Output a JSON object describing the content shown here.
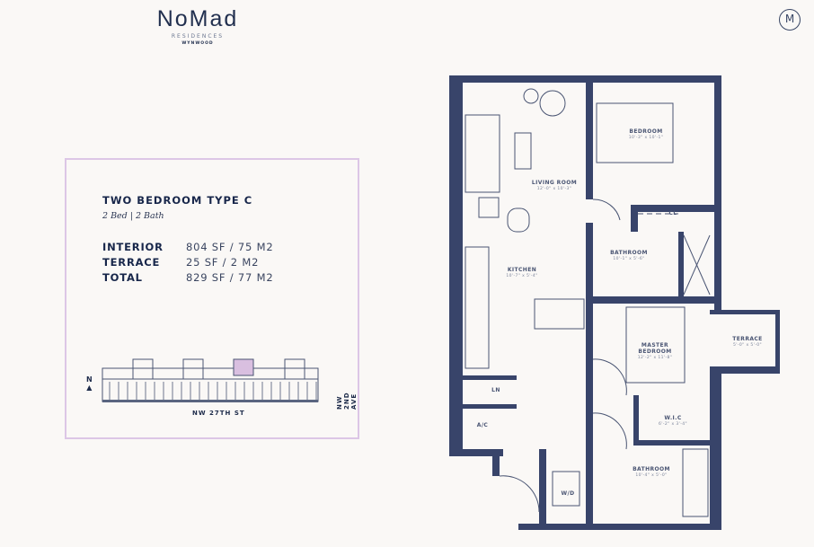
{
  "logo": {
    "brand": "NoMad",
    "sub": "RESIDENCES",
    "location": "WYNWOOD"
  },
  "mark_icon": "circle-monogram-icon",
  "unit": {
    "title": "TWO BEDROOM TYPE C",
    "subtitle": "2 Bed | 2 Bath",
    "areas": [
      {
        "label": "INTERIOR",
        "value": "804 SF / 75 M2"
      },
      {
        "label": "TERRACE",
        "value": "25 SF / 2 M2"
      },
      {
        "label": "TOTAL",
        "value": "829 SF / 77 M2"
      }
    ]
  },
  "keyplan": {
    "north": "N",
    "street": "NW 27TH ST",
    "avenue": "NW 2ND AVE",
    "highlight_color": "#d9bfe0"
  },
  "rooms": [
    {
      "name": "LIVING ROOM",
      "dims": "12'-0\" x 10'-3\""
    },
    {
      "name": "BEDROOM",
      "dims": "10'-3\" x 10'-1\""
    },
    {
      "name": "CL",
      "dims": ""
    },
    {
      "name": "BATHROOM",
      "dims": "10'-1\" x 5'-6\""
    },
    {
      "name": "KITCHEN",
      "dims": "10'-7\" x 5'-4\""
    },
    {
      "name": "MASTER BEDROOM",
      "dims": "12'-2\" x 11'-8\""
    },
    {
      "name": "TERRACE",
      "dims": "5'-0\" x 5'-0\""
    },
    {
      "name": "W.I.C",
      "dims": "6'-2\" x 3'-4\""
    },
    {
      "name": "LN",
      "dims": ""
    },
    {
      "name": "A/C",
      "dims": ""
    },
    {
      "name": "W/D",
      "dims": ""
    },
    {
      "name": "BATHROOM",
      "dims": "10'-4\" x 5'-0\""
    }
  ],
  "colors": {
    "wall": "#38446a",
    "frame": "#dcc6e6",
    "background": "#faf8f6"
  }
}
